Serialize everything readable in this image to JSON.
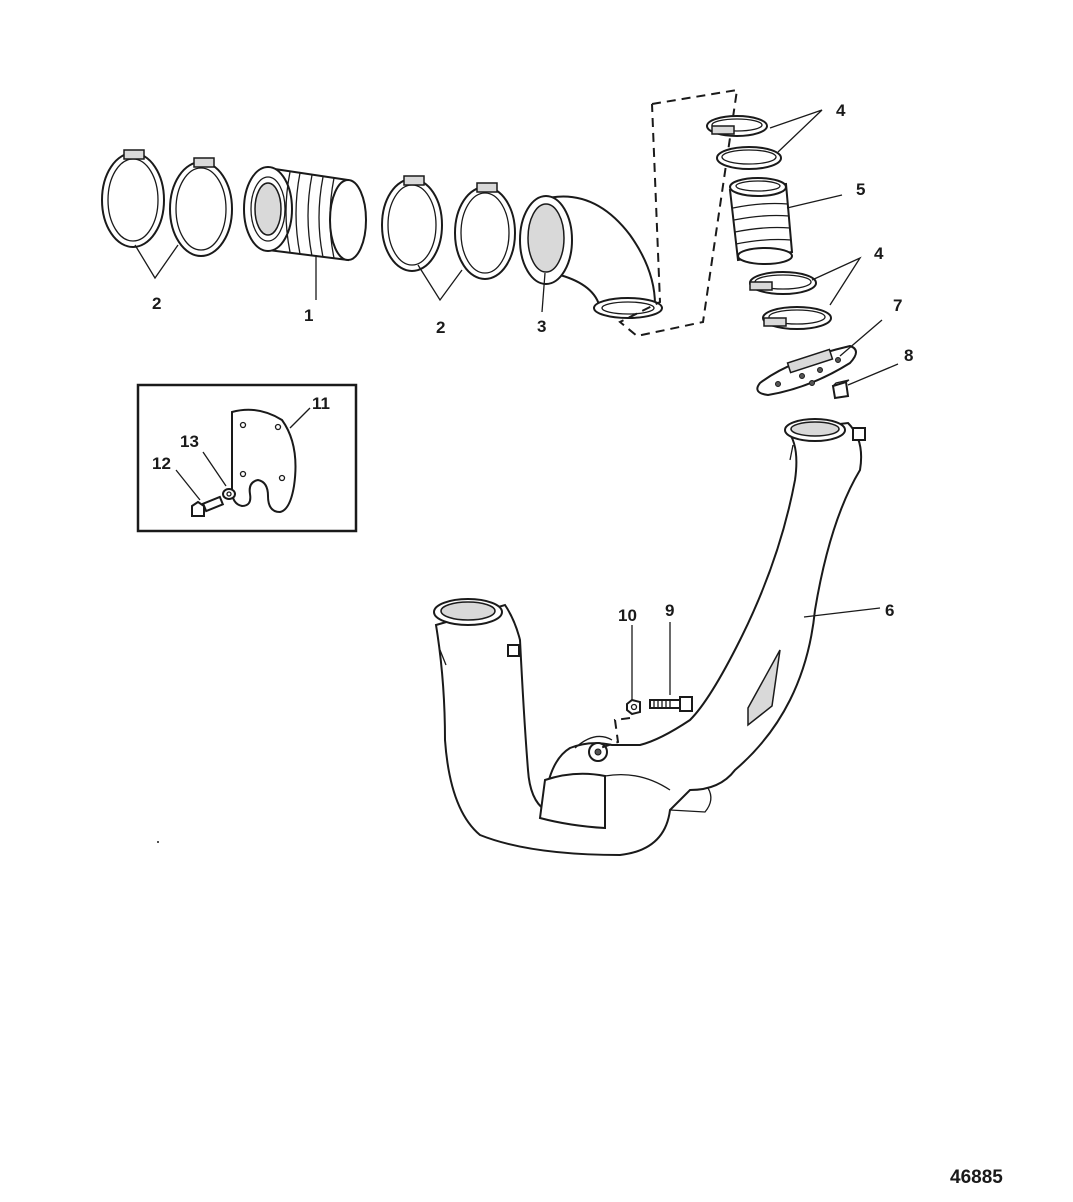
{
  "diagram": {
    "figure_number": "46885",
    "callouts": [
      {
        "id": "c1",
        "text": "1"
      },
      {
        "id": "c2a",
        "text": "2"
      },
      {
        "id": "c2b",
        "text": "2"
      },
      {
        "id": "c3",
        "text": "3"
      },
      {
        "id": "c4a",
        "text": "4"
      },
      {
        "id": "c4b",
        "text": "4"
      },
      {
        "id": "c5",
        "text": "5"
      },
      {
        "id": "c6",
        "text": "6"
      },
      {
        "id": "c7",
        "text": "7"
      },
      {
        "id": "c8",
        "text": "8"
      },
      {
        "id": "c9",
        "text": "9"
      },
      {
        "id": "c10",
        "text": "10"
      },
      {
        "id": "c11",
        "text": "11"
      },
      {
        "id": "c12",
        "text": "12"
      },
      {
        "id": "c13",
        "text": "13"
      }
    ]
  }
}
